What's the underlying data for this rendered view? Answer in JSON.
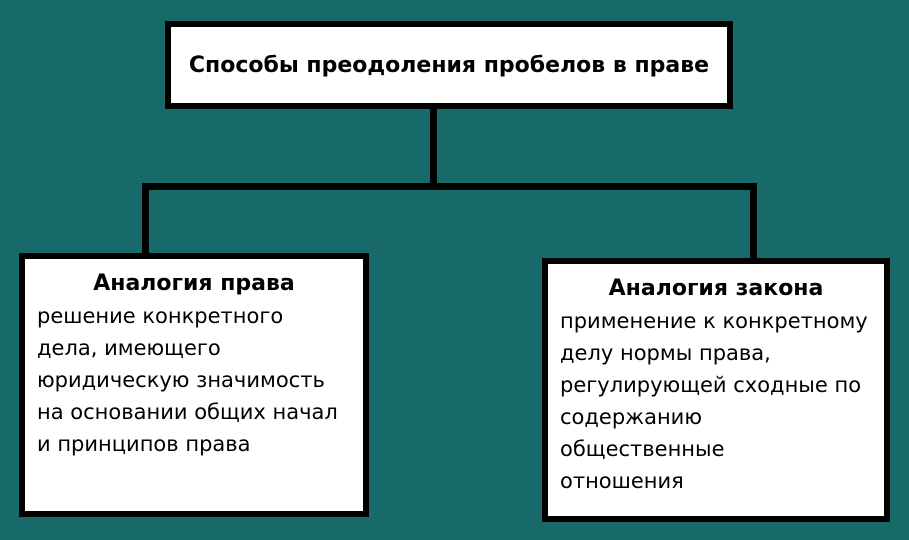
{
  "colors": {
    "background": "#186a6a",
    "node_fill": "#ffffff",
    "node_border": "#000000",
    "connector": "#000000",
    "text": "#000000"
  },
  "diagram": {
    "root": {
      "title": "Способы преодоления пробелов в праве"
    },
    "children": [
      {
        "heading": "Аналогия права",
        "body_lines": [
          "решение конкретного",
          "дела, имеющего",
          "юридическую значимость",
          "на основании общих начал",
          "и принципов права"
        ]
      },
      {
        "heading": "Аналогия закона",
        "body_lines": [
          "применение к конкретному",
          "делу нормы права,",
          "регулирующей сходные по",
          "содержанию общественные",
          "отношения"
        ]
      }
    ]
  }
}
